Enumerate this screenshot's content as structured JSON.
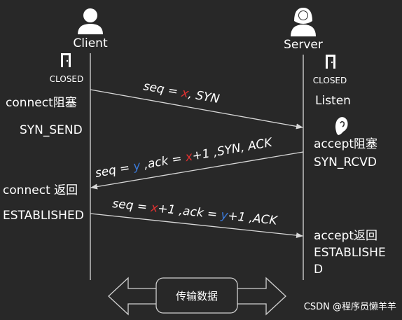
{
  "actors": {
    "client": {
      "label": "Client",
      "state": "CLOSED"
    },
    "server": {
      "label": "Server",
      "state": "CLOSED"
    }
  },
  "client_notes": [
    "connect阻塞",
    "SYN_SEND",
    "connect 返回",
    "ESTABLISHED"
  ],
  "server_notes": [
    "Listen",
    "accept阻塞",
    "SYN_RCVD",
    "accept返回",
    "ESTABLISHE",
    "D"
  ],
  "messages": [
    {
      "segments": [
        [
          "seq = ",
          "white"
        ],
        [
          "x",
          "red"
        ],
        [
          ", SYN",
          "white"
        ]
      ]
    },
    {
      "segments": [
        [
          "seq = ",
          "white"
        ],
        [
          "y",
          "blue"
        ],
        [
          " ,ack = ",
          "white"
        ],
        [
          "x",
          "red"
        ],
        [
          "+1 ,SYN, ACK",
          "white"
        ]
      ]
    },
    {
      "segments": [
        [
          "seq = ",
          "white"
        ],
        [
          "x",
          "red"
        ],
        [
          "+1 ,ack = ",
          "white"
        ],
        [
          "y",
          "blue"
        ],
        [
          "+1 ,ACK",
          "white"
        ]
      ]
    }
  ],
  "transfer_label": "传输数据",
  "watermark": "CSDN @程序员懒羊羊",
  "colors": {
    "background": "#282828",
    "text": "#ffffff",
    "var_red": "#e03030",
    "var_blue": "#3a78d6",
    "line": "#d8d8d8"
  },
  "icons": [
    "person-icon",
    "woman-icon",
    "door-icon",
    "ear-icon"
  ]
}
